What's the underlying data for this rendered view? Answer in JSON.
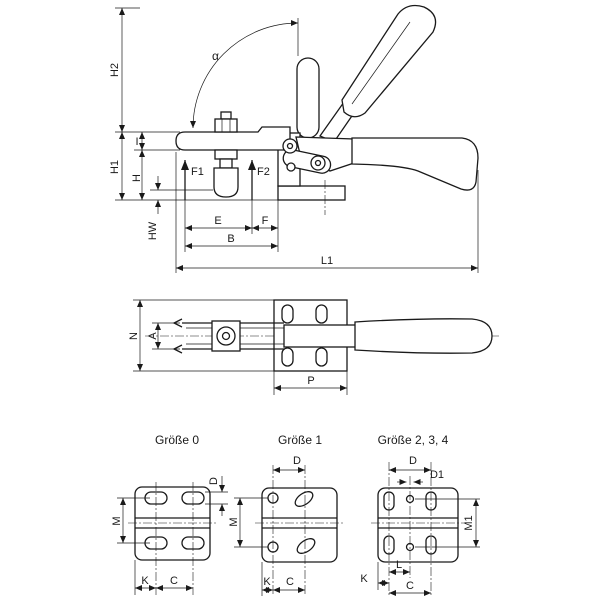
{
  "side_view": {
    "H2": "H2",
    "H1": "H1",
    "I": "I",
    "H": "H",
    "HW": "HW",
    "alpha": "α",
    "F1": "F1",
    "F2": "F2",
    "E": "E",
    "F": "F",
    "B": "B",
    "L1": "L1"
  },
  "top_view": {
    "N": "N",
    "A": "A",
    "P": "P"
  },
  "base_views": [
    {
      "title": "Größe 0",
      "D": "D",
      "M": "M",
      "K": "K",
      "C": "C"
    },
    {
      "title": "Größe 1",
      "D": "D",
      "M": "M",
      "K": "K",
      "C": "C"
    },
    {
      "title": "Größe 2, 3, 4",
      "D": "D",
      "D1": "D1",
      "M1": "M1",
      "K": "K",
      "L": "L",
      "C": "C"
    }
  ],
  "colors": {
    "line": "#1a1a1a",
    "paper": "#ffffff"
  }
}
